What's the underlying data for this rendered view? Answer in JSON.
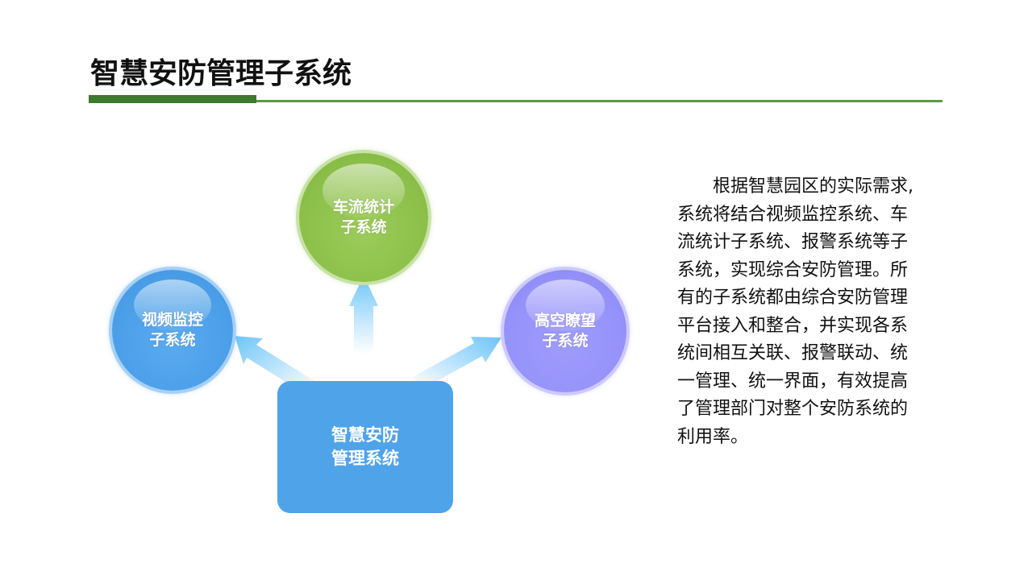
{
  "header": {
    "title": "智慧安防管理子系统",
    "accent_colors": {
      "bar_thick": "#3c7a2c",
      "bar_thin": "#5a9a44"
    }
  },
  "diagram": {
    "center": {
      "line1": "智慧安防",
      "line2": "管理系统",
      "color": "#4fa3e8"
    },
    "nodes": [
      {
        "id": "video",
        "line1": "视频监控",
        "line2": "子系统",
        "color": "#4b9fe8"
      },
      {
        "id": "traffic",
        "line1": "车流统计",
        "line2": "子系统",
        "color": "#8cc04a"
      },
      {
        "id": "aerial",
        "line1": "高空瞭望",
        "line2": "子系统",
        "color": "#9592fa"
      }
    ],
    "arrow_color": "#6cc4f8"
  },
  "description": {
    "text": "根据智慧园区的实际需求, 系统将结合视频监控系统、车流统计子系统、报警系统等子系统，实现综合安防管理。所有的子系统都由综合安防管理平台接入和整合，并实现各系统间相互关联、报警联动、统一管理、统一界面，有效提高了管理部门对整个安防系统的利用率。"
  }
}
